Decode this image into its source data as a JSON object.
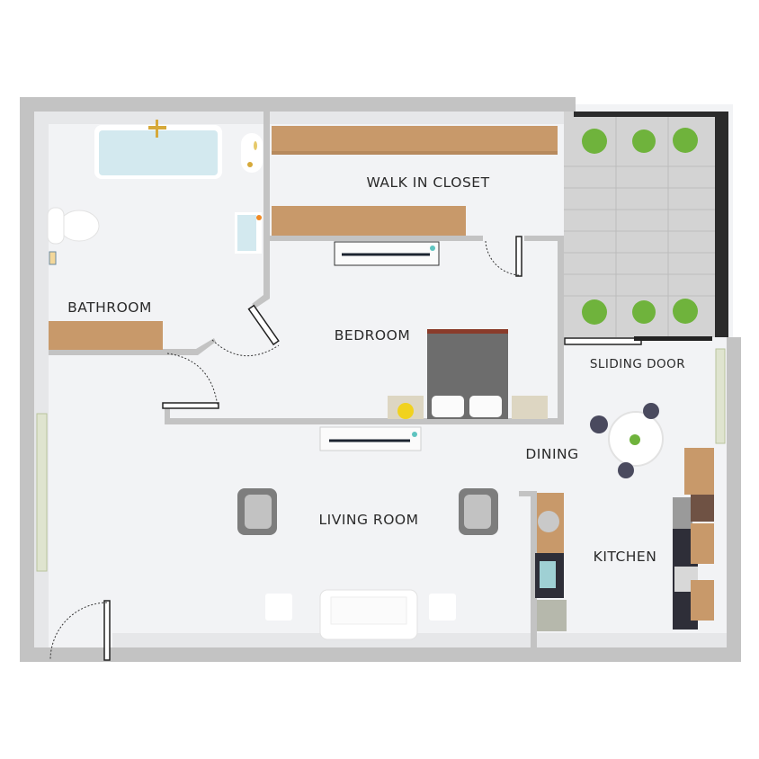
{
  "floor_plan": {
    "rooms": {
      "walk_in_closet": "WALK IN CLOSET",
      "bathroom": "BATHROOM",
      "bedroom": "BEDROOM",
      "sliding_door": "SLIDING DOOR",
      "dining": "DINING",
      "living_room": "LIVING ROOM",
      "kitchen": "KITCHEN"
    },
    "colors": {
      "wall": "#c3c3c3",
      "floor": "#f2f3f5",
      "cabinet": "#c8996a",
      "balcony_tile": "#d3d3d3",
      "railing": "#2b2b2b",
      "plant": "#6fb33c",
      "chair": "#4a4a5e",
      "tub_water": "#d3e9ef",
      "fixture_gold": "#d6a93a"
    }
  }
}
